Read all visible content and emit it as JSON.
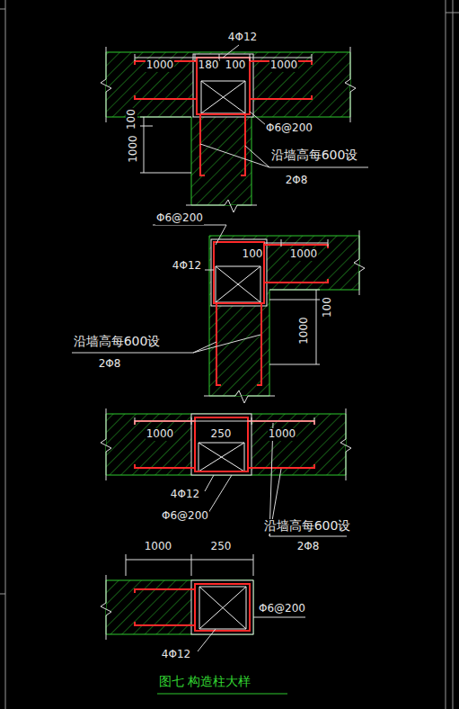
{
  "diagram": {
    "caption": "图七 构造柱大样",
    "labels": [
      "4Φ12",
      "1000",
      "180",
      "100",
      "1000",
      "100",
      "1000",
      "Φ6@200",
      "沿墙高每600设",
      "2Φ8",
      "Φ6@200",
      "4Φ12",
      "100",
      "1000",
      "100",
      "1000",
      "沿墙高每600设",
      "2Φ8",
      "1000",
      "250",
      "1000",
      "4Φ12",
      "Φ6@200",
      "沿墙高每600设",
      "2Φ8",
      "1000",
      "250",
      "Φ6@200",
      "4Φ12"
    ]
  }
}
